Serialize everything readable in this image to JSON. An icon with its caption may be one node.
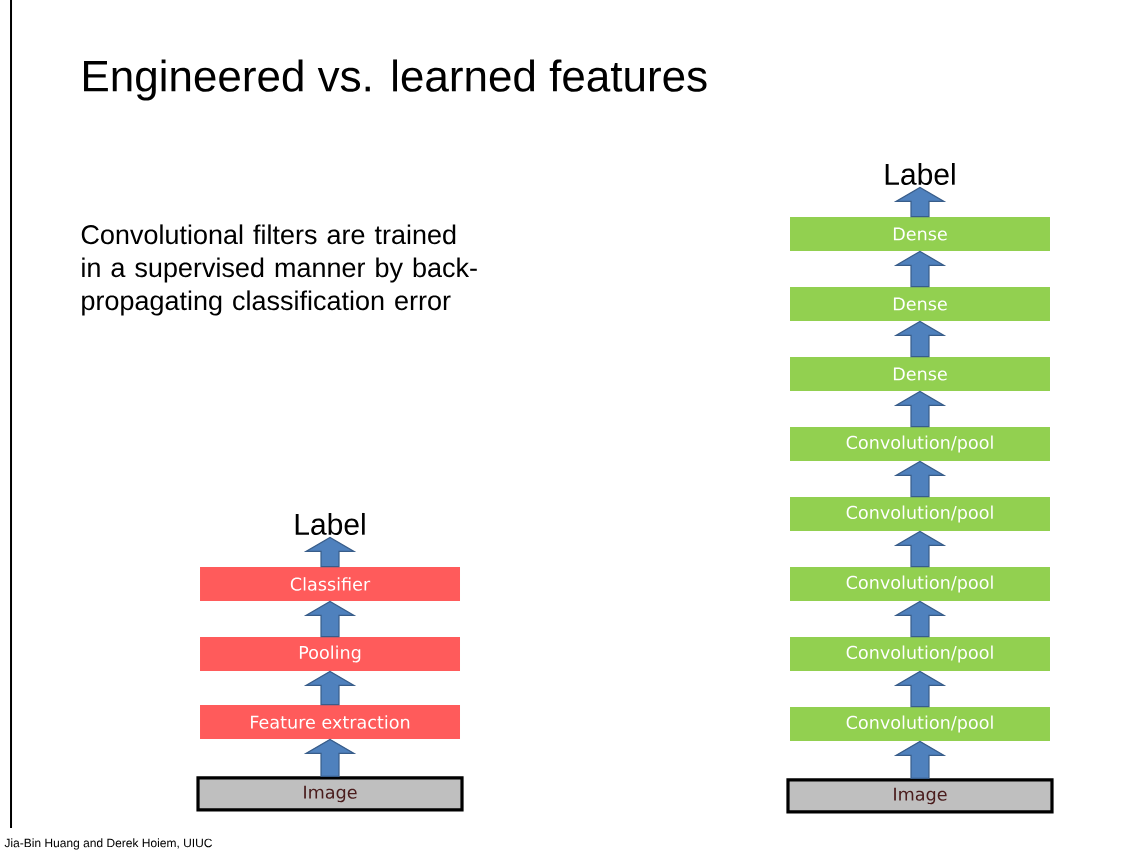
{
  "diagram": {
    "title": "Engineered vs. learned features",
    "nodes": [
      {
        "text": [
          "Label"
        ]
      },
      {
        "text": [
          "Classifier"
        ]
      },
      {
        "text": [
          "Pooling"
        ]
      },
      {
        "text": [
          "Feature extraction"
        ]
      },
      {
        "text": [
          "Image"
        ]
      },
      {
        "text": [
          "Label"
        ]
      },
      {
        "text": [
          "Dense"
        ]
      },
      {
        "text": [
          "Dense"
        ]
      },
      {
        "text": [
          "Dense"
        ]
      },
      {
        "text": [
          "Convolution/pool"
        ]
      },
      {
        "text": [
          "Convolution/pool"
        ]
      },
      {
        "text": [
          "Convolution/pool"
        ]
      },
      {
        "text": [
          "Convolution/pool"
        ]
      },
      {
        "text": [
          "Convolution/pool"
        ]
      },
      {
        "text": [
          "Image"
        ]
      }
    ],
    "edges": [
      {
        "from": 4,
        "to": 3,
        "arrow": "to"
      },
      {
        "from": 3,
        "to": 2,
        "arrow": "to"
      },
      {
        "from": 2,
        "to": 1,
        "arrow": "to"
      },
      {
        "from": 1,
        "to": 0,
        "arrow": "to"
      },
      {
        "from": 14,
        "to": 13,
        "arrow": "to"
      },
      {
        "from": 13,
        "to": 12,
        "arrow": "to"
      },
      {
        "from": 12,
        "to": 11,
        "arrow": "to"
      },
      {
        "from": 11,
        "to": 10,
        "arrow": "to"
      },
      {
        "from": 10,
        "to": 9,
        "arrow": "to"
      },
      {
        "from": 9,
        "to": 8,
        "arrow": "to"
      },
      {
        "from": 8,
        "to": 7,
        "arrow": "to"
      },
      {
        "from": 7,
        "to": 6,
        "arrow": "to"
      },
      {
        "from": 6,
        "to": 5,
        "arrow": "to"
      }
    ],
    "labels": [
      "Convolutional filters are trained in a supervised manner by back-propagating classification error",
      "Jia-Bin Huang and Derek Hoiem, UIUC"
    ]
  }
}
